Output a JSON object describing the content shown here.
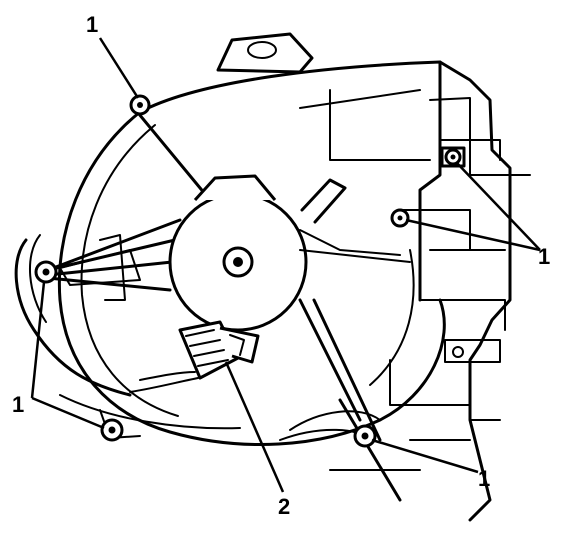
{
  "diagram": {
    "callouts": {
      "c1_top": "1",
      "c1_right": "1",
      "c1_left": "1",
      "c1_bottom": "1",
      "c2": "2"
    }
  }
}
